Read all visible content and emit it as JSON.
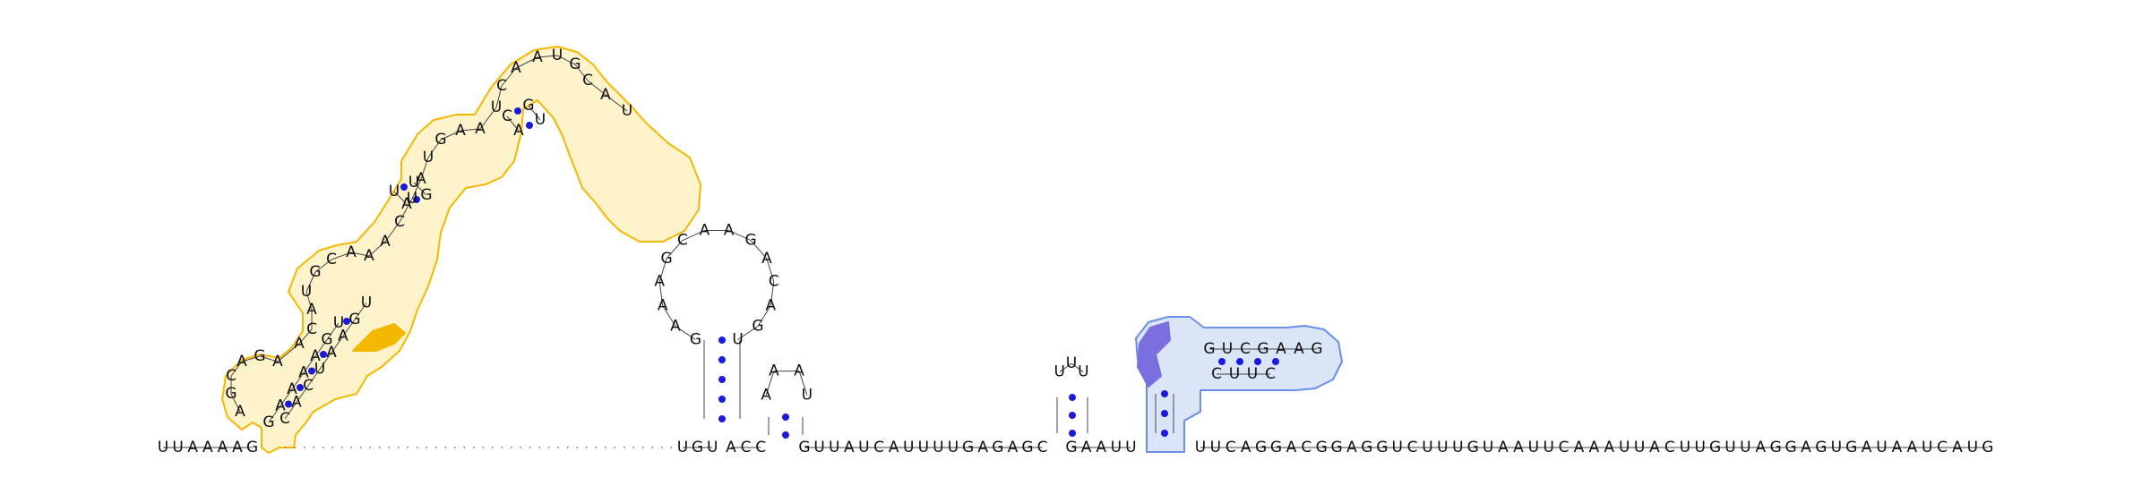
{
  "colors": {
    "highlight_orange": "#f5b800",
    "highlight_orange_fill": "#fff3cc",
    "highlight_blue": "#6a8fe8",
    "highlight_blue_fill": "#dbe5f8",
    "highlight_purple": "#7b6fe0",
    "base_pair_dot": "#1b1bdc",
    "text": "#111111"
  },
  "strand": {
    "left_tail": "U U A A A A G",
    "middle_segment_1": "U G U",
    "middle_segment_2": "A C C",
    "middle_segment_3": "G U U A U C A U U U U G A G A G C",
    "middle_segment_4": "G A A U U",
    "right_tail": "U U C A G G A C G G A G G U C U U U G U A A U U C A A A U U A C U U G U U A G G A G U G A U A A U C A U G"
  },
  "helix_1": {
    "left": "G A A A A G U",
    "right": "C A C U A A G U"
  },
  "helix_2": {
    "left": "C A",
    "right": "G U"
  },
  "helix_3": {
    "left": "U A",
    "right": "U G"
  },
  "helix_4": {
    "left": "G U C G A A G",
    "right": "C U U C"
  },
  "loops": {
    "big_loop": "A G C A G A A C A U G C A A A C U A U G A A U C A A U G C A U",
    "hairpin_1": "G A A A G C A A G A C A G U",
    "hairpin_2": "A A A U",
    "hairpin_3": "U U U"
  }
}
